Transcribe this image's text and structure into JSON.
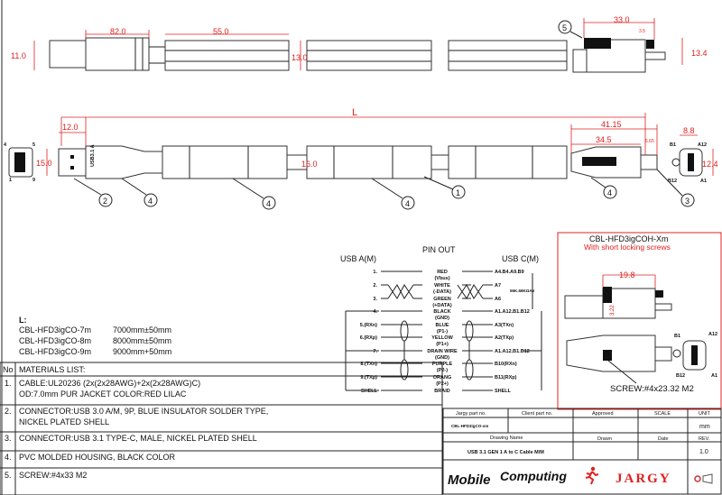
{
  "dimensions": {
    "top_plug_width": "82.0",
    "top_plug_height": "11.0",
    "cable_segment": "55.0",
    "cable_height": "13.0",
    "c_end_length": "33.0",
    "c_screw_tip": "3.5",
    "c_end_height": "13.4",
    "overall_length_label": "L",
    "a_plug_length": "12.0",
    "a_plug_height": "15.0",
    "cable_od": "16.0",
    "c_total": "41.15",
    "c_housing": "34.5",
    "c_tip": "6.65",
    "c_face_width": "8.8",
    "c_face_height": "12.4"
  },
  "a_face_pins": [
    "4",
    "5",
    "1",
    "9"
  ],
  "c_face_pins": [
    "B1",
    "A12",
    "B12",
    "A1"
  ],
  "a_plug_marking": "USB3.1 A",
  "callouts": [
    "5",
    "2",
    "4",
    "4",
    "4",
    "1",
    "4",
    "3"
  ],
  "pinout": {
    "title": "PIN OUT",
    "left_header": "USB A(M)",
    "right_header": "USB C(M)",
    "rows": [
      {
        "left": "1.",
        "wire": "RED",
        "sub": "(Vbus)",
        "right": "A4.B4.A9.B9"
      },
      {
        "left": "2.",
        "wire": "WHITE",
        "sub": "(-DATA)",
        "right": "A7"
      },
      {
        "left": "3.",
        "wire": "GREEN",
        "sub": "(+DATA)",
        "right": "A6"
      },
      {
        "left": "4.",
        "wire": "BLACK",
        "sub": "(GND)",
        "right": "A1.A12.B1.B12"
      },
      {
        "left": "5.(RXn)",
        "wire": "BLUE",
        "sub": "(P1-)",
        "right": "A3(TXn)"
      },
      {
        "left": "6.(RXp)",
        "wire": "YELLOW",
        "sub": "(P1+)",
        "right": "A2(TXp)"
      },
      {
        "left": "7.",
        "wire": "DRAIN WIRE",
        "sub": "(GND)",
        "right": "A1.A12.B1.B12"
      },
      {
        "left": "8.(TXn)",
        "wire": "PURPLE",
        "sub": "(P2-)",
        "right": "B10(RXn)"
      },
      {
        "left": "9.(TXp)",
        "wire": "ORANG",
        "sub": "(P2+)",
        "right": "B11(RXp)"
      },
      {
        "left": "SHELL",
        "wire": "BRAID",
        "sub": "",
        "right": "SHELL"
      }
    ],
    "resistor_note": "56K.68KΩA5"
  },
  "variant_box": {
    "title": "CBL-HFD3igCOH-Xm",
    "subtitle": "With short locking screws",
    "dim_length": "19.8",
    "dim_height": "3.22",
    "pins": [
      "B1",
      "A12",
      "B12",
      "A1"
    ],
    "screw_note": "SCREW:#4x23.32 M2"
  },
  "lengths": {
    "label": "L:",
    "items": [
      {
        "part": "CBL-HFD3igCO-7m",
        "length": "7000mm±50mm"
      },
      {
        "part": "CBL-HFD3igCO-8m",
        "length": "8000mm±50mm"
      },
      {
        "part": "CBL-HFD3igCO-9m",
        "length": "9000mm+50mm"
      }
    ]
  },
  "materials": {
    "no_header": "No",
    "header": "MATERIALS LIST:",
    "items": [
      {
        "no": "1.",
        "line1": "CABLE:UL20236 (2x(2x28AWG)+2x(2x28AWG)C)",
        "line2": "OD:7.0mm  PUR JACKET COLOR:RED LILAC"
      },
      {
        "no": "2.",
        "line1": "CONNECTOR:USB 3.0 A/M, 9P, BLUE INSULATOR SOLDER TYPE,",
        "line2": "NICKEL PLATED SHELL"
      },
      {
        "no": "3.",
        "line1": "CONNECTOR:USB 3.1 TYPE-C, MALE, NICKEL PLATED SHELL",
        "line2": ""
      },
      {
        "no": "4.",
        "line1": "PVC MOLDED HOUSING, BLACK COLOR",
        "line2": ""
      },
      {
        "no": "5.",
        "line1": "SCREW:#4x33 M2",
        "line2": ""
      }
    ]
  },
  "title_block": {
    "jargy_part_label": "Jargy part no.",
    "client_part_label": "Client part no.",
    "approved_label": "Approved",
    "scale_label": "SCALE",
    "unit_label": "UNIT",
    "jargy_part": "CBL-HFD3igCO-xm",
    "client_part": "",
    "unit": "mm",
    "drawing_name_label": "Drawing Name",
    "drawn_label": "Drawn",
    "date_label": "Date",
    "rev_label": "REV.",
    "drawing_name": "USB 3.1 GEN 1 A to C Cable M/M",
    "rev": "1.0",
    "logo_mobile": "Mobile",
    "logo_computing": "Computing",
    "logo_jargy": "JARGY"
  },
  "colors": {
    "dimension": "#e02020",
    "line": "#222222",
    "logo_red": "#e02020"
  }
}
